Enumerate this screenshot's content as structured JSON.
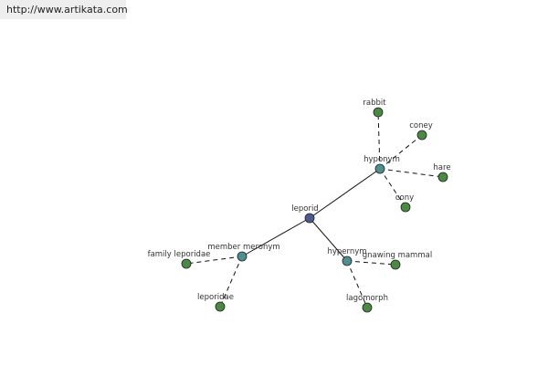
{
  "header": {
    "url": "http://www.artikata.com"
  },
  "colors": {
    "root": "#4a5b8f",
    "relation": "#4e8f8f",
    "leaf": "#4a8a42",
    "edge": "#111111",
    "text": "#333333"
  },
  "graph": {
    "nodes": [
      {
        "id": "leporid",
        "label": "leporid",
        "kind": "root"
      },
      {
        "id": "hyponym",
        "label": "hyponym",
        "kind": "relation"
      },
      {
        "id": "member-meronym",
        "label": "member meronym",
        "kind": "relation"
      },
      {
        "id": "hypernym",
        "label": "hypernym",
        "kind": "relation"
      },
      {
        "id": "rabbit",
        "label": "rabbit",
        "kind": "leaf"
      },
      {
        "id": "coney",
        "label": "coney",
        "kind": "leaf"
      },
      {
        "id": "hare",
        "label": "hare",
        "kind": "leaf"
      },
      {
        "id": "cony",
        "label": "cony",
        "kind": "leaf"
      },
      {
        "id": "family-leporidae",
        "label": "family leporidae",
        "kind": "leaf"
      },
      {
        "id": "leporidae",
        "label": "leporidae",
        "kind": "leaf"
      },
      {
        "id": "gnawing-mammal",
        "label": "gnawing mammal",
        "kind": "leaf"
      },
      {
        "id": "lagomorph",
        "label": "lagomorph",
        "kind": "leaf"
      }
    ],
    "edges": [
      {
        "from": "leporid",
        "to": "hyponym",
        "style": "solid"
      },
      {
        "from": "leporid",
        "to": "member-meronym",
        "style": "solid"
      },
      {
        "from": "leporid",
        "to": "hypernym",
        "style": "solid"
      },
      {
        "from": "hyponym",
        "to": "rabbit",
        "style": "dashed"
      },
      {
        "from": "hyponym",
        "to": "coney",
        "style": "dashed"
      },
      {
        "from": "hyponym",
        "to": "hare",
        "style": "dashed"
      },
      {
        "from": "hyponym",
        "to": "cony",
        "style": "dashed"
      },
      {
        "from": "member-meronym",
        "to": "family-leporidae",
        "style": "dashed"
      },
      {
        "from": "member-meronym",
        "to": "leporidae",
        "style": "dashed"
      },
      {
        "from": "hypernym",
        "to": "gnawing-mammal",
        "style": "dashed"
      },
      {
        "from": "hypernym",
        "to": "lagomorph",
        "style": "dashed"
      }
    ]
  }
}
